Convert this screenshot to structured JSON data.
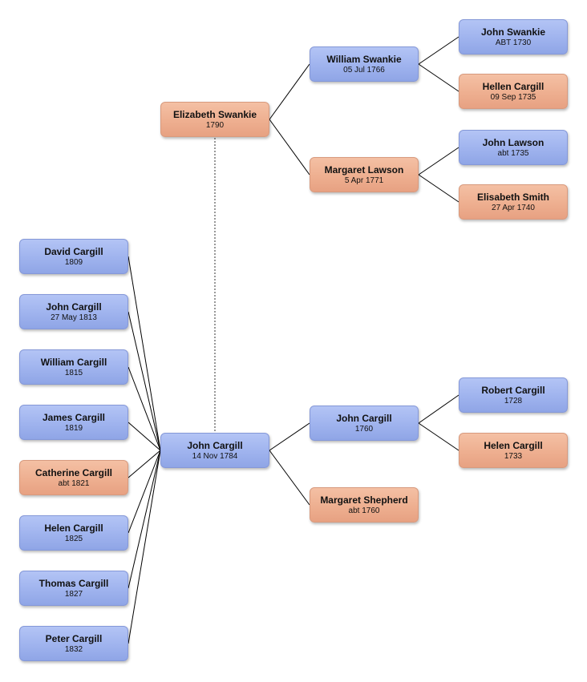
{
  "colors": {
    "male": "#9fb3ee",
    "female": "#eeaf90",
    "line": "#000000"
  },
  "people": {
    "david_cargill": {
      "name": "David Cargill",
      "date": "1809"
    },
    "john_cargill_1813": {
      "name": "John Cargill",
      "date": "27 May 1813"
    },
    "william_cargill": {
      "name": "William Cargill",
      "date": "1815"
    },
    "james_cargill": {
      "name": "James Cargill",
      "date": "1819"
    },
    "catherine_cargill": {
      "name": "Catherine Cargill",
      "date": "abt 1821"
    },
    "helen_cargill_1825": {
      "name": "Helen Cargill",
      "date": "1825"
    },
    "thomas_cargill": {
      "name": "Thomas Cargill",
      "date": "1827"
    },
    "peter_cargill": {
      "name": "Peter Cargill",
      "date": "1832"
    },
    "john_cargill_1784": {
      "name": "John Cargill",
      "date": "14 Nov 1784"
    },
    "elizabeth_swankie": {
      "name": "Elizabeth Swankie",
      "date": "1790"
    },
    "william_swankie": {
      "name": "William Swankie",
      "date": "05 Jul 1766"
    },
    "margaret_lawson": {
      "name": "Margaret Lawson",
      "date": "5 Apr 1771"
    },
    "john_swankie": {
      "name": "John Swankie",
      "date": "ABT 1730"
    },
    "hellen_cargill": {
      "name": "Hellen Cargill",
      "date": "09 Sep 1735"
    },
    "john_lawson": {
      "name": "John Lawson",
      "date": "abt 1735"
    },
    "elisabeth_smith": {
      "name": "Elisabeth Smith",
      "date": "27 Apr 1740"
    },
    "john_cargill_1760": {
      "name": "John Cargill",
      "date": "1760"
    },
    "margaret_shepherd": {
      "name": "Margaret Shepherd",
      "date": "abt 1760"
    },
    "robert_cargill": {
      "name": "Robert Cargill",
      "date": "1728"
    },
    "helen_cargill_1733": {
      "name": "Helen Cargill",
      "date": "1733"
    }
  }
}
